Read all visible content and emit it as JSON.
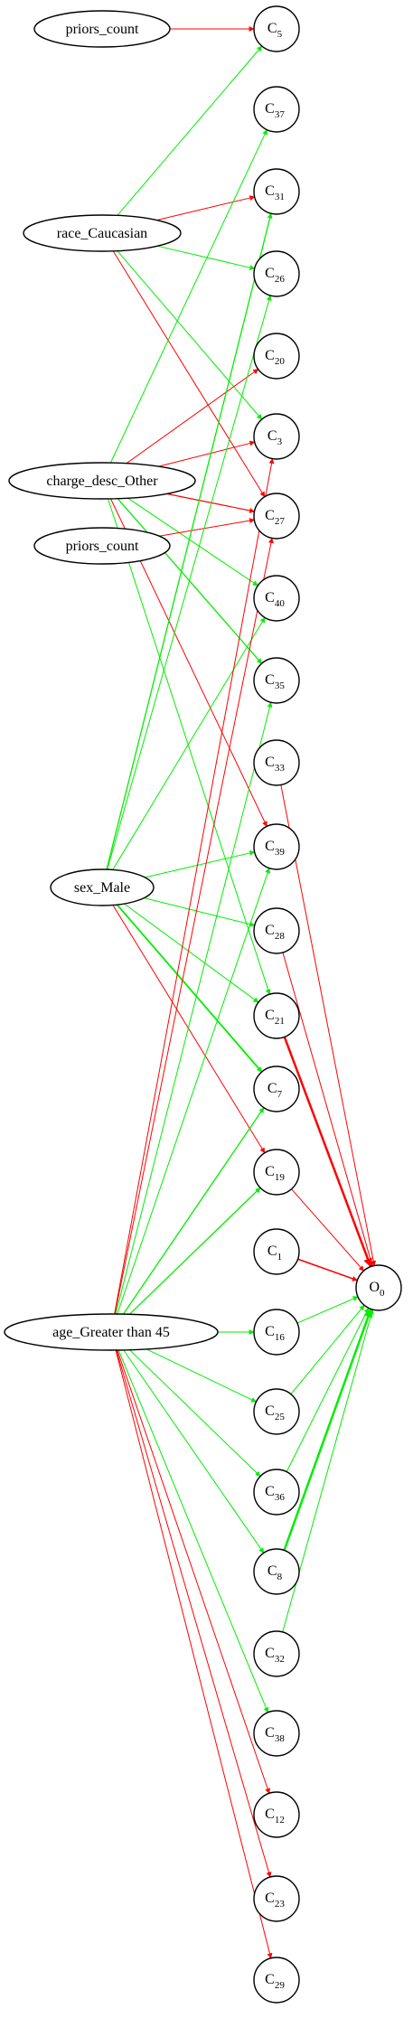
{
  "colors": {
    "positive_edge": "#00ee00",
    "negative_edge": "#ff0000",
    "node_stroke": "#000000",
    "background": "#ffffff"
  },
  "input_nodes": [
    {
      "id": "priors_count_a",
      "label": "priors_count"
    },
    {
      "id": "race_caucasian",
      "label": "race_Caucasian"
    },
    {
      "id": "charge_desc_other",
      "label": "charge_desc_Other"
    },
    {
      "id": "priors_count_b",
      "label": "priors_count"
    },
    {
      "id": "sex_male",
      "label": "sex_Male"
    },
    {
      "id": "age_greater_than_45",
      "label": "age_Greater than 45"
    }
  ],
  "hidden_nodes": [
    {
      "id": "C5",
      "letter": "C",
      "sub": "5"
    },
    {
      "id": "C37",
      "letter": "C",
      "sub": "37"
    },
    {
      "id": "C31",
      "letter": "C",
      "sub": "31"
    },
    {
      "id": "C26",
      "letter": "C",
      "sub": "26"
    },
    {
      "id": "C20",
      "letter": "C",
      "sub": "20"
    },
    {
      "id": "C3",
      "letter": "C",
      "sub": "3"
    },
    {
      "id": "C27",
      "letter": "C",
      "sub": "27"
    },
    {
      "id": "C40",
      "letter": "C",
      "sub": "40"
    },
    {
      "id": "C35",
      "letter": "C",
      "sub": "35"
    },
    {
      "id": "C33",
      "letter": "C",
      "sub": "33"
    },
    {
      "id": "C39",
      "letter": "C",
      "sub": "39"
    },
    {
      "id": "C28",
      "letter": "C",
      "sub": "28"
    },
    {
      "id": "C21",
      "letter": "C",
      "sub": "21"
    },
    {
      "id": "C7",
      "letter": "C",
      "sub": "7"
    },
    {
      "id": "C19",
      "letter": "C",
      "sub": "19"
    },
    {
      "id": "C1",
      "letter": "C",
      "sub": "1"
    },
    {
      "id": "C16",
      "letter": "C",
      "sub": "16"
    },
    {
      "id": "C25",
      "letter": "C",
      "sub": "25"
    },
    {
      "id": "C36",
      "letter": "C",
      "sub": "36"
    },
    {
      "id": "C8",
      "letter": "C",
      "sub": "8"
    },
    {
      "id": "C32",
      "letter": "C",
      "sub": "32"
    },
    {
      "id": "C38",
      "letter": "C",
      "sub": "38"
    },
    {
      "id": "C12",
      "letter": "C",
      "sub": "12"
    },
    {
      "id": "C23",
      "letter": "C",
      "sub": "23"
    },
    {
      "id": "C29",
      "letter": "C",
      "sub": "29"
    }
  ],
  "output_nodes": [
    {
      "id": "O0",
      "letter": "O",
      "sub": "0"
    }
  ],
  "edges": [
    {
      "from": "priors_count_a",
      "to": "C5",
      "sign": "negative",
      "weight": 1
    },
    {
      "from": "race_caucasian",
      "to": "C5",
      "sign": "positive",
      "weight": 1
    },
    {
      "from": "race_caucasian",
      "to": "C31",
      "sign": "negative",
      "weight": 1
    },
    {
      "from": "race_caucasian",
      "to": "C26",
      "sign": "positive",
      "weight": 1
    },
    {
      "from": "race_caucasian",
      "to": "C3",
      "sign": "positive",
      "weight": 1
    },
    {
      "from": "race_caucasian",
      "to": "C27",
      "sign": "negative",
      "weight": 1
    },
    {
      "from": "charge_desc_other",
      "to": "C37",
      "sign": "positive",
      "weight": 1
    },
    {
      "from": "charge_desc_other",
      "to": "C20",
      "sign": "negative",
      "weight": 1
    },
    {
      "from": "charge_desc_other",
      "to": "C3",
      "sign": "negative",
      "weight": 1
    },
    {
      "from": "charge_desc_other",
      "to": "C27",
      "sign": "negative",
      "weight": 1.2
    },
    {
      "from": "charge_desc_other",
      "to": "C40",
      "sign": "positive",
      "weight": 1
    },
    {
      "from": "charge_desc_other",
      "to": "C35",
      "sign": "positive",
      "weight": 1.3
    },
    {
      "from": "charge_desc_other",
      "to": "C39",
      "sign": "negative",
      "weight": 1
    },
    {
      "from": "charge_desc_other",
      "to": "C21",
      "sign": "positive",
      "weight": 1
    },
    {
      "from": "priors_count_b",
      "to": "C27",
      "sign": "negative",
      "weight": 1
    },
    {
      "from": "sex_male",
      "to": "C31",
      "sign": "positive",
      "weight": 1.3
    },
    {
      "from": "sex_male",
      "to": "C26",
      "sign": "positive",
      "weight": 1
    },
    {
      "from": "sex_male",
      "to": "C40",
      "sign": "positive",
      "weight": 1
    },
    {
      "from": "sex_male",
      "to": "C39",
      "sign": "positive",
      "weight": 1
    },
    {
      "from": "sex_male",
      "to": "C28",
      "sign": "positive",
      "weight": 1
    },
    {
      "from": "sex_male",
      "to": "C21",
      "sign": "positive",
      "weight": 1
    },
    {
      "from": "sex_male",
      "to": "C7",
      "sign": "positive",
      "weight": 1.8
    },
    {
      "from": "sex_male",
      "to": "C19",
      "sign": "negative",
      "weight": 1
    },
    {
      "from": "age_greater_than_45",
      "to": "C3",
      "sign": "negative",
      "weight": 1
    },
    {
      "from": "age_greater_than_45",
      "to": "C27",
      "sign": "negative",
      "weight": 1
    },
    {
      "from": "age_greater_than_45",
      "to": "C35",
      "sign": "positive",
      "weight": 1
    },
    {
      "from": "age_greater_than_45",
      "to": "C39",
      "sign": "positive",
      "weight": 1
    },
    {
      "from": "age_greater_than_45",
      "to": "C7",
      "sign": "positive",
      "weight": 1.3
    },
    {
      "from": "age_greater_than_45",
      "to": "C19",
      "sign": "positive",
      "weight": 1.3
    },
    {
      "from": "age_greater_than_45",
      "to": "C16",
      "sign": "positive",
      "weight": 1
    },
    {
      "from": "age_greater_than_45",
      "to": "C25",
      "sign": "positive",
      "weight": 1
    },
    {
      "from": "age_greater_than_45",
      "to": "C36",
      "sign": "positive",
      "weight": 1
    },
    {
      "from": "age_greater_than_45",
      "to": "C8",
      "sign": "positive",
      "weight": 1
    },
    {
      "from": "age_greater_than_45",
      "to": "C38",
      "sign": "positive",
      "weight": 1
    },
    {
      "from": "age_greater_than_45",
      "to": "C12",
      "sign": "negative",
      "weight": 1
    },
    {
      "from": "age_greater_than_45",
      "to": "C23",
      "sign": "negative",
      "weight": 1
    },
    {
      "from": "age_greater_than_45",
      "to": "C29",
      "sign": "negative",
      "weight": 1
    },
    {
      "from": "C33",
      "to": "O0",
      "sign": "negative",
      "weight": 1
    },
    {
      "from": "C28",
      "to": "O0",
      "sign": "negative",
      "weight": 1
    },
    {
      "from": "C21",
      "to": "O0",
      "sign": "negative",
      "weight": 2.5
    },
    {
      "from": "C19",
      "to": "O0",
      "sign": "negative",
      "weight": 1
    },
    {
      "from": "C1",
      "to": "O0",
      "sign": "negative",
      "weight": 1.6
    },
    {
      "from": "C16",
      "to": "O0",
      "sign": "positive",
      "weight": 1
    },
    {
      "from": "C25",
      "to": "O0",
      "sign": "positive",
      "weight": 1
    },
    {
      "from": "C36",
      "to": "O0",
      "sign": "positive",
      "weight": 1
    },
    {
      "from": "C8",
      "to": "O0",
      "sign": "positive",
      "weight": 2.5
    },
    {
      "from": "C32",
      "to": "O0",
      "sign": "positive",
      "weight": 1
    }
  ]
}
